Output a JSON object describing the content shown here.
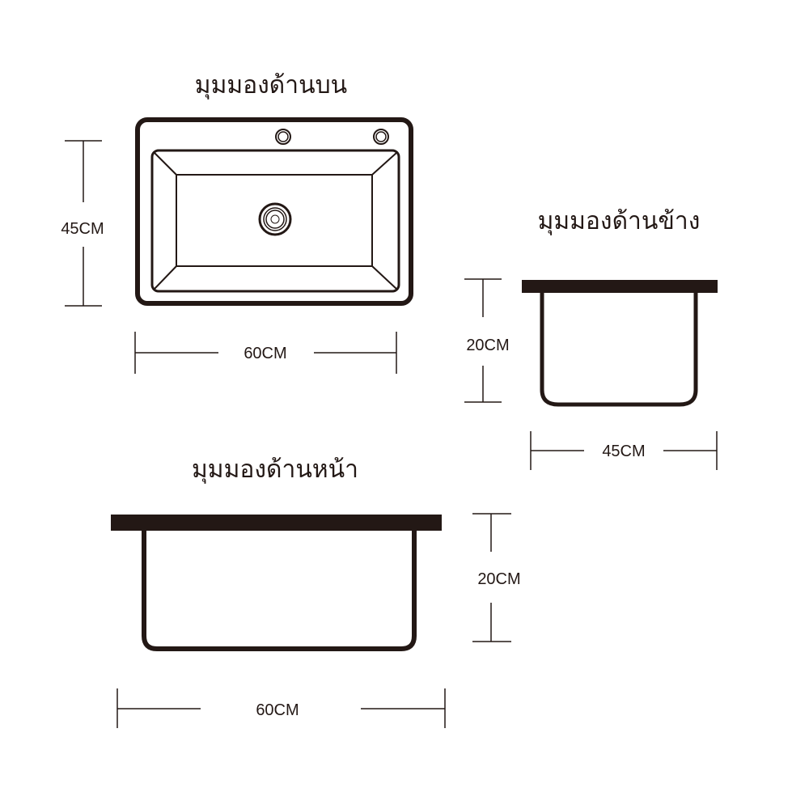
{
  "colors": {
    "ink": "#231815",
    "background": "#ffffff"
  },
  "top_view": {
    "title": "มุมมองด้านบน",
    "height_label": "45CM",
    "width_label": "60CM"
  },
  "side_view": {
    "title": "มุมมองด้านข้าง",
    "height_label": "20CM",
    "width_label": "45CM"
  },
  "front_view": {
    "title": "มุมมองด้านหน้า",
    "height_label": "20CM",
    "width_label": "60CM"
  }
}
